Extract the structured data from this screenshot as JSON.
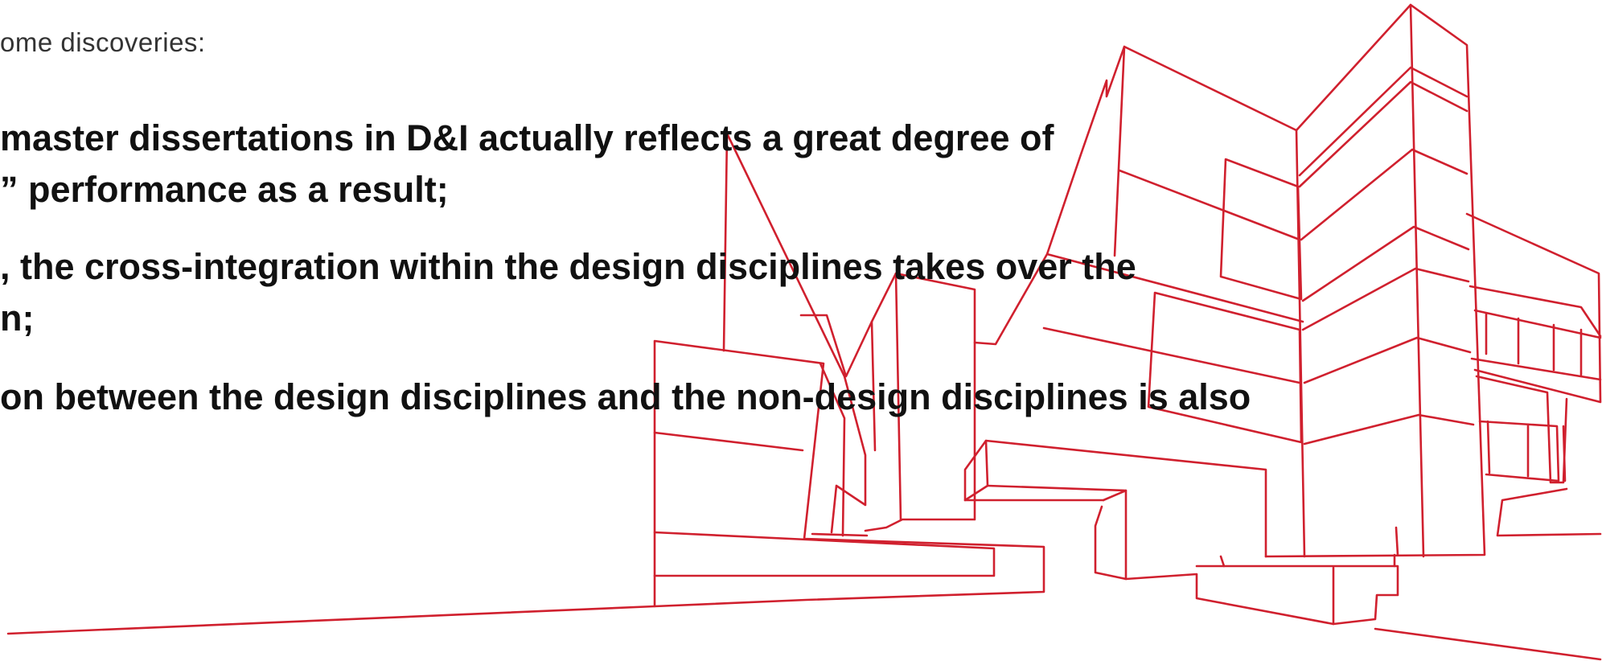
{
  "slide": {
    "intro_text": "ome discoveries:",
    "bullets": [
      {
        "line1": "master dissertations in D&I actually reflects a great degree of",
        "line2": "” performance as a result;"
      },
      {
        "line1": ", the cross-integration within the design disciplines takes over the",
        "line2": "n;"
      },
      {
        "line1": "on between the design disciplines and the non-design disciplines is also"
      }
    ]
  },
  "illustration": {
    "name": "building-line-drawing",
    "stroke_color": "#D0202E"
  }
}
